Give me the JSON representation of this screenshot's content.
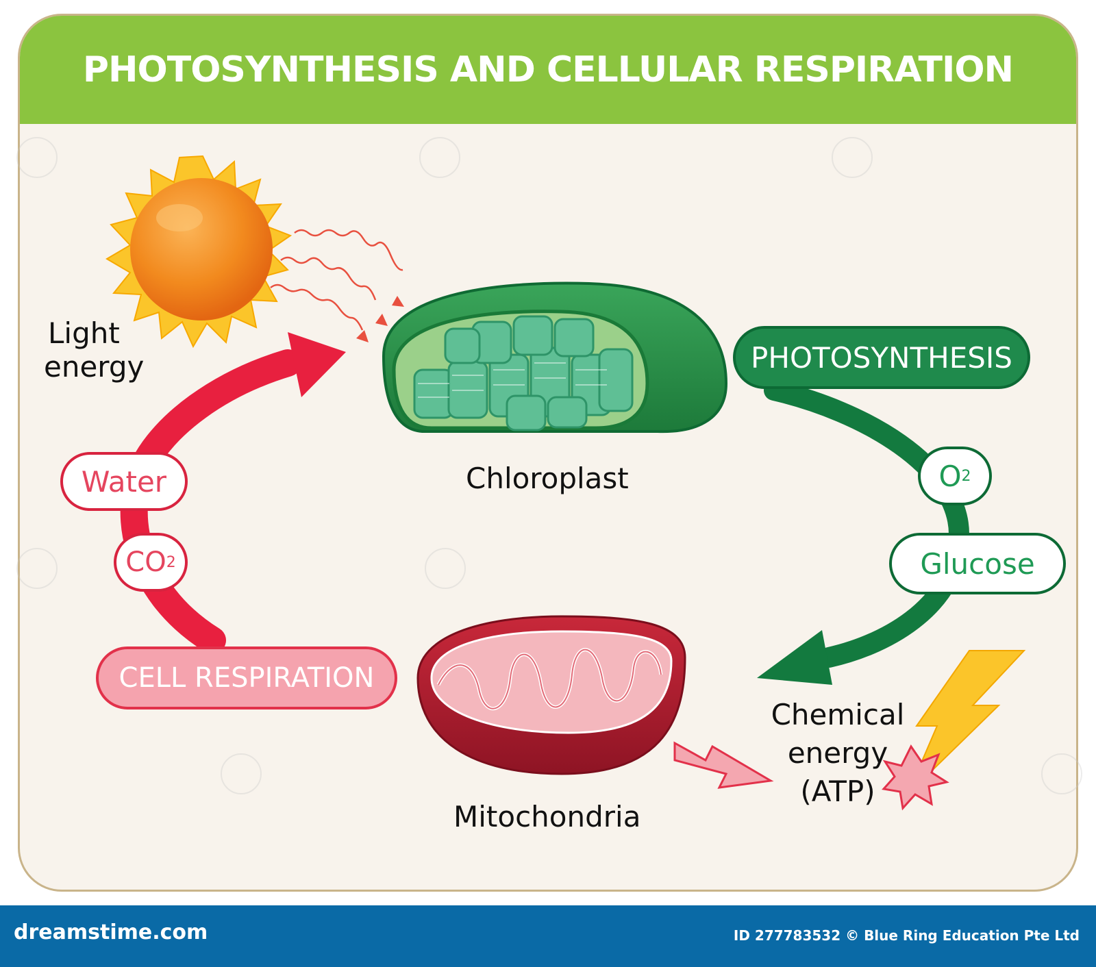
{
  "title": "PHOTOSYNTHESIS AND CELLULAR RESPIRATION",
  "labels": {
    "light_energy_line1": "Light",
    "light_energy_line2": "energy",
    "chloroplast": "Chloroplast",
    "mitochondria": "Mitochondria",
    "chemical_line1": "Chemical",
    "chemical_line2": "energy",
    "chemical_line3": "(ATP)"
  },
  "pills": {
    "photosynthesis": "PHOTOSYNTHESIS",
    "o2_base": "O",
    "o2_sub": "2",
    "glucose": "Glucose",
    "water": "Water",
    "co2_base": "CO",
    "co2_sub": "2",
    "cell_respiration": "CELL RESPIRATION"
  },
  "footer": {
    "site": "dreamstime.com",
    "credit": "ID 277783532 © Blue Ring Education Pte Ltd"
  },
  "colors": {
    "header_green": "#8bc43f",
    "cycle_red": "#e8203f",
    "cycle_green": "#137a3f",
    "footer_blue": "#0a6aa6",
    "card_bg": "#f8f3ec"
  }
}
